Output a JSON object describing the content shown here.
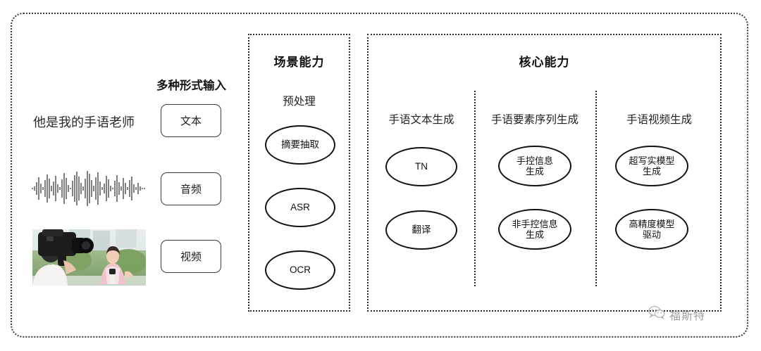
{
  "frame": {
    "style": "dotted-rounded-rectangle"
  },
  "left_column": {
    "input_label": "多种形式输入",
    "sentence": "他是我的手语老师",
    "waveform_icon": "audio-waveform",
    "video_thumbnail_alt": "camera-operator-filming-reporter",
    "modalities": [
      {
        "label": "文本"
      },
      {
        "label": "音频"
      },
      {
        "label": "视频"
      }
    ]
  },
  "scene_panel": {
    "title": "场景能力",
    "section_label": "预处理",
    "nodes": [
      {
        "label": "摘要抽取"
      },
      {
        "label": "ASR"
      },
      {
        "label": "OCR"
      }
    ]
  },
  "core_panel": {
    "title": "核心能力",
    "columns": [
      {
        "header": "手语文本生成",
        "nodes": [
          {
            "lines": [
              "TN"
            ]
          },
          {
            "lines": [
              "翻译"
            ]
          }
        ]
      },
      {
        "header": "手语要素序列生成",
        "nodes": [
          {
            "lines": [
              "手控信息",
              "生成"
            ]
          },
          {
            "lines": [
              "非手控信息",
              "生成"
            ]
          }
        ]
      },
      {
        "header": "手语视频生成",
        "nodes": [
          {
            "lines": [
              "超写实模型",
              "生成"
            ]
          },
          {
            "lines": [
              "高精度模型",
              "驱动"
            ]
          }
        ]
      }
    ]
  },
  "watermark": {
    "icon": "wechat-icon",
    "text": "福斯特",
    "color": "#9a9a9a"
  }
}
